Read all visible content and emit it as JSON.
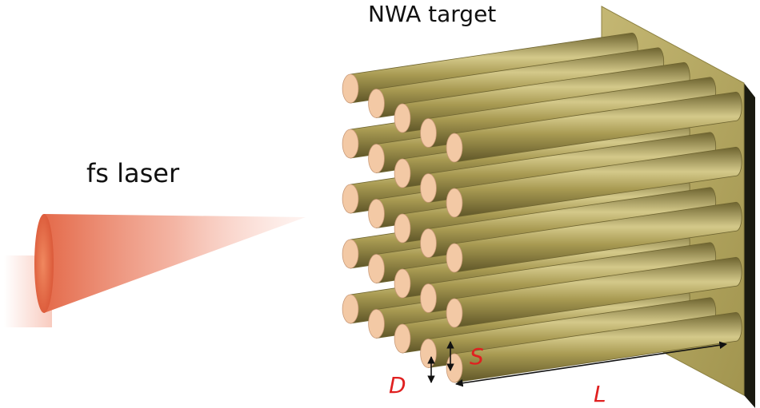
{
  "labels": {
    "target": "NWA target",
    "laser": "fs laser",
    "diameter": "D",
    "spacing": "S",
    "length": "L"
  },
  "colors": {
    "wire_light": "#d4c98a",
    "wire_mid": "#a89a52",
    "wire_dark": "#6e6430",
    "wire_cap": "#f3c9a5",
    "plate_face": "#b8ab66",
    "plate_edge": "#1a1a10",
    "laser_tip": "#e46a4a",
    "dimension_text": "#e02020",
    "arrow": "#111111",
    "label_text": "#111111"
  }
}
